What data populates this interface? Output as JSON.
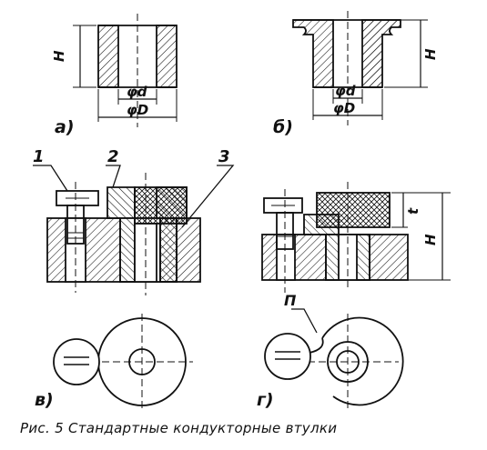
{
  "figure": {
    "caption": "Рис. 5 Стандартные кондукторные втулки",
    "view_labels": {
      "a": "а)",
      "b": "б)",
      "v": "в)",
      "g": "г)"
    },
    "part_labels": {
      "p1": "1",
      "p2": "2",
      "p3": "3"
    },
    "dimension_labels": {
      "height": "H",
      "inner_dia": "φd",
      "outer_dia": "φD",
      "offset": "t",
      "notch": "П"
    },
    "ink_color": "#111111"
  }
}
